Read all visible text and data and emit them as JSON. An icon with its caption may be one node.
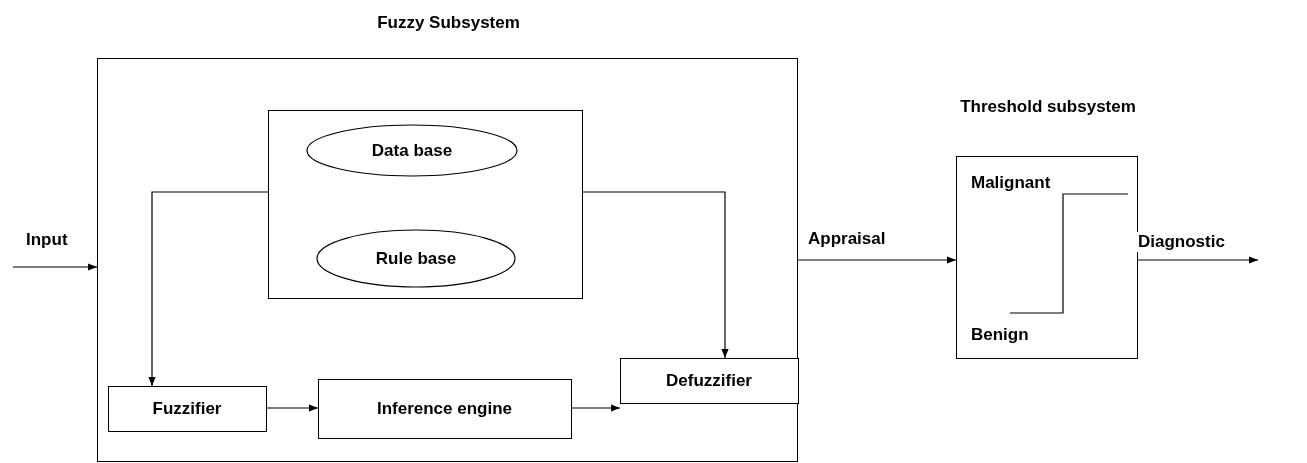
{
  "diagram": {
    "nodes": [
      {
        "text": [
          "Fuzzy Subsystem"
        ]
      },
      {
        "text": [],
        "shape": "box",
        "in": 0
      },
      {
        "text": [
          "Data base"
        ],
        "in": 1
      },
      {
        "text": [
          "Rule base"
        ],
        "in": 1
      },
      {
        "text": [
          "Fuzzifier"
        ],
        "in": 0
      },
      {
        "text": [
          "Inference engine"
        ],
        "in": 0
      },
      {
        "text": [
          "Defuzzifier"
        ],
        "in": 0
      },
      {
        "text": [
          "Threshold subsystem",
          "Malignant",
          "Benign"
        ]
      }
    ],
    "edges": [
      {
        "from": null,
        "to": 0,
        "arrow": "to",
        "label": "Input"
      },
      {
        "from": 1,
        "to": 4,
        "arrow": "to"
      },
      {
        "from": 4,
        "to": 5,
        "arrow": "to"
      },
      {
        "from": 5,
        "to": 6,
        "arrow": "to"
      },
      {
        "from": 1,
        "to": 6,
        "arrow": "to"
      },
      {
        "from": 0,
        "to": 7,
        "arrow": "to",
        "label": "Appraisal"
      },
      {
        "from": 7,
        "to": null,
        "arrow": "to",
        "label": "Diagnostic"
      }
    ]
  }
}
